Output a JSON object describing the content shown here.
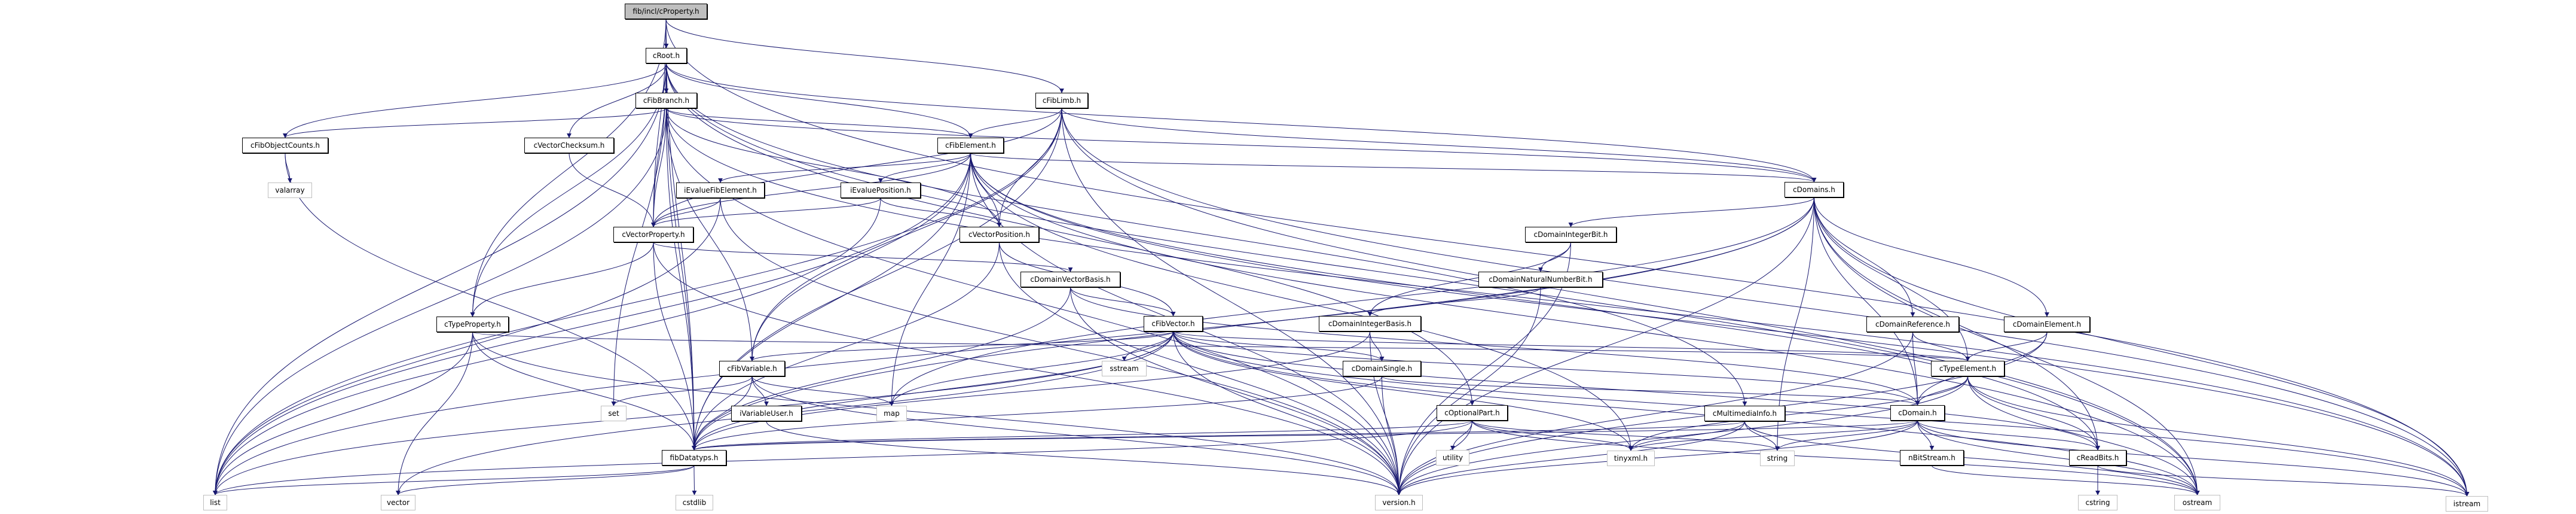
{
  "graph": {
    "title": "fib/incl/cProperty.h",
    "edge_color": "#191970",
    "root_fill": "#bfbfbf",
    "nodes": [
      {
        "id": "cProperty",
        "label": "fib/incl/cProperty.h",
        "kind": "root"
      },
      {
        "id": "cRoot",
        "label": "cRoot.h",
        "kind": "file"
      },
      {
        "id": "cFibBranch",
        "label": "cFibBranch.h",
        "kind": "file"
      },
      {
        "id": "cFibLimb",
        "label": "cFibLimb.h",
        "kind": "file"
      },
      {
        "id": "cFibObjectCounts",
        "label": "cFibObjectCounts.h",
        "kind": "file"
      },
      {
        "id": "cVectorChecksum",
        "label": "cVectorChecksum.h",
        "kind": "file"
      },
      {
        "id": "cFibElement",
        "label": "cFibElement.h",
        "kind": "file"
      },
      {
        "id": "valarray",
        "label": "valarray",
        "kind": "system"
      },
      {
        "id": "iEvalueFibElement",
        "label": "iEvalueFibElement.h",
        "kind": "file"
      },
      {
        "id": "iEvaluePosition",
        "label": "iEvaluePosition.h",
        "kind": "file"
      },
      {
        "id": "cDomains",
        "label": "cDomains.h",
        "kind": "file"
      },
      {
        "id": "cVectorProperty",
        "label": "cVectorProperty.h",
        "kind": "file"
      },
      {
        "id": "cVectorPosition",
        "label": "cVectorPosition.h",
        "kind": "file"
      },
      {
        "id": "cDomainIntegerBit",
        "label": "cDomainIntegerBit.h",
        "kind": "file"
      },
      {
        "id": "cDomainVectorBasis",
        "label": "cDomainVectorBasis.h",
        "kind": "file"
      },
      {
        "id": "cDomainNaturalNumberBit",
        "label": "cDomainNaturalNumberBit.h",
        "kind": "file"
      },
      {
        "id": "cTypeProperty",
        "label": "cTypeProperty.h",
        "kind": "file"
      },
      {
        "id": "cFibVector",
        "label": "cFibVector.h",
        "kind": "file"
      },
      {
        "id": "cDomainIntegerBasis",
        "label": "cDomainIntegerBasis.h",
        "kind": "file"
      },
      {
        "id": "cDomainReference",
        "label": "cDomainReference.h",
        "kind": "file"
      },
      {
        "id": "cDomainElement",
        "label": "cDomainElement.h",
        "kind": "file"
      },
      {
        "id": "cFibVariable",
        "label": "cFibVariable.h",
        "kind": "file"
      },
      {
        "id": "sstream",
        "label": "sstream",
        "kind": "system"
      },
      {
        "id": "cDomainSingle",
        "label": "cDomainSingle.h",
        "kind": "file"
      },
      {
        "id": "cTypeElement",
        "label": "cTypeElement.h",
        "kind": "file"
      },
      {
        "id": "set",
        "label": "set",
        "kind": "system"
      },
      {
        "id": "iVariableUser",
        "label": "iVariableUser.h",
        "kind": "file"
      },
      {
        "id": "map",
        "label": "map",
        "kind": "system"
      },
      {
        "id": "cOptionalPart",
        "label": "cOptionalPart.h",
        "kind": "file"
      },
      {
        "id": "cMultimediaInfo",
        "label": "cMultimediaInfo.h",
        "kind": "file"
      },
      {
        "id": "cDomain",
        "label": "cDomain.h",
        "kind": "file"
      },
      {
        "id": "fibDatatyps",
        "label": "fibDatatyps.h",
        "kind": "file"
      },
      {
        "id": "utility",
        "label": "utility",
        "kind": "system"
      },
      {
        "id": "tinyxml",
        "label": "tinyxml.h",
        "kind": "system"
      },
      {
        "id": "string",
        "label": "string",
        "kind": "system"
      },
      {
        "id": "nBitStream",
        "label": "nBitStream.h",
        "kind": "file"
      },
      {
        "id": "cReadBits",
        "label": "cReadBits.h",
        "kind": "file"
      },
      {
        "id": "list",
        "label": "list",
        "kind": "system"
      },
      {
        "id": "vector",
        "label": "vector",
        "kind": "system"
      },
      {
        "id": "cstdlib",
        "label": "cstdlib",
        "kind": "system"
      },
      {
        "id": "version",
        "label": "version.h",
        "kind": "system"
      },
      {
        "id": "cstring",
        "label": "cstring",
        "kind": "system"
      },
      {
        "id": "ostream",
        "label": "ostream",
        "kind": "system"
      },
      {
        "id": "istream",
        "label": "istream",
        "kind": "system"
      }
    ],
    "edges": [
      [
        "cProperty",
        "cRoot"
      ],
      [
        "cProperty",
        "cFibLimb"
      ],
      [
        "cProperty",
        "cVectorProperty"
      ],
      [
        "cProperty",
        "fibDatatyps"
      ],
      [
        "cProperty",
        "istream"
      ],
      [
        "cProperty",
        "cTypeProperty"
      ],
      [
        "cRoot",
        "cFibBranch"
      ],
      [
        "cRoot",
        "cFibElement"
      ],
      [
        "cRoot",
        "cFibObjectCounts"
      ],
      [
        "cRoot",
        "cVectorChecksum"
      ],
      [
        "cRoot",
        "cDomains"
      ],
      [
        "cRoot",
        "cTypeProperty"
      ],
      [
        "cRoot",
        "cVectorProperty"
      ],
      [
        "cRoot",
        "cOptionalPart"
      ],
      [
        "cRoot",
        "cMultimediaInfo"
      ],
      [
        "cRoot",
        "list"
      ],
      [
        "cRoot",
        "set"
      ],
      [
        "cRoot",
        "fibDatatyps"
      ],
      [
        "cRoot",
        "ostream"
      ],
      [
        "cFibBranch",
        "cFibElement"
      ],
      [
        "cFibBranch",
        "cFibObjectCounts"
      ],
      [
        "cFibBranch",
        "cVectorProperty"
      ],
      [
        "cFibBranch",
        "cFibVariable"
      ],
      [
        "cFibBranch",
        "cVectorPosition"
      ],
      [
        "cFibBranch",
        "cDomains"
      ],
      [
        "cFibBranch",
        "list"
      ],
      [
        "cFibBranch",
        "fibDatatyps"
      ],
      [
        "cFibBranch",
        "version"
      ],
      [
        "cFibBranch",
        "istream"
      ],
      [
        "cFibLimb",
        "cFibElement"
      ],
      [
        "cFibLimb",
        "cDomains"
      ],
      [
        "cFibLimb",
        "cVectorPosition"
      ],
      [
        "cFibLimb",
        "cVectorProperty"
      ],
      [
        "cFibLimb",
        "cFibVariable"
      ],
      [
        "cFibLimb",
        "fibDatatyps"
      ],
      [
        "cFibLimb",
        "list"
      ],
      [
        "cFibLimb",
        "version"
      ],
      [
        "cFibLimb",
        "ostream"
      ],
      [
        "cFibLimb",
        "istream"
      ],
      [
        "cFibObjectCounts",
        "valarray"
      ],
      [
        "cFibObjectCounts",
        "fibDatatyps"
      ],
      [
        "cVectorChecksum",
        "cVectorProperty"
      ],
      [
        "cFibElement",
        "iEvalueFibElement"
      ],
      [
        "cFibElement",
        "iEvaluePosition"
      ],
      [
        "cFibElement",
        "cVectorPosition"
      ],
      [
        "cFibElement",
        "cVectorProperty"
      ],
      [
        "cFibElement",
        "cDomains"
      ],
      [
        "cFibElement",
        "cFibVariable"
      ],
      [
        "cFibElement",
        "map"
      ],
      [
        "cFibElement",
        "list"
      ],
      [
        "cFibElement",
        "fibDatatyps"
      ],
      [
        "cFibElement",
        "tinyxml"
      ],
      [
        "cFibElement",
        "version"
      ],
      [
        "cFibElement",
        "cReadBits"
      ],
      [
        "cFibElement",
        "ostream"
      ],
      [
        "cFibElement",
        "istream"
      ],
      [
        "iEvalueFibElement",
        "cVectorProperty"
      ],
      [
        "iEvalueFibElement",
        "list"
      ],
      [
        "iEvalueFibElement",
        "version"
      ],
      [
        "iEvaluePosition",
        "cVectorProperty"
      ],
      [
        "iEvaluePosition",
        "cVectorPosition"
      ],
      [
        "iEvaluePosition",
        "list"
      ],
      [
        "cVectorProperty",
        "cTypeProperty"
      ],
      [
        "cVectorProperty",
        "cDomainVectorBasis"
      ],
      [
        "cVectorProperty",
        "fibDatatyps"
      ],
      [
        "cVectorProperty",
        "version"
      ],
      [
        "cVectorPosition",
        "cFibVector"
      ],
      [
        "cVectorPosition",
        "fibDatatyps"
      ],
      [
        "cVectorPosition",
        "version"
      ],
      [
        "cDomains",
        "cDomainIntegerBit"
      ],
      [
        "cDomains",
        "cDomainReference"
      ],
      [
        "cDomains",
        "cDomainElement"
      ],
      [
        "cDomains",
        "cTypeElement"
      ],
      [
        "cDomains",
        "cDomain"
      ],
      [
        "cDomains",
        "cReadBits"
      ],
      [
        "cDomains",
        "string"
      ],
      [
        "cDomains",
        "version"
      ],
      [
        "cDomains",
        "map"
      ],
      [
        "cDomains",
        "list"
      ],
      [
        "cDomains",
        "fibDatatyps"
      ],
      [
        "cDomains",
        "ostream"
      ],
      [
        "cDomains",
        "istream"
      ],
      [
        "cDomainIntegerBit",
        "cDomainNaturalNumberBit"
      ],
      [
        "cDomainIntegerBit",
        "cDomainIntegerBasis"
      ],
      [
        "cDomainIntegerBit",
        "version"
      ],
      [
        "cDomainNaturalNumberBit",
        "cDomainIntegerBasis"
      ],
      [
        "cDomainNaturalNumberBit",
        "version"
      ],
      [
        "cDomainIntegerBasis",
        "cDomainSingle"
      ],
      [
        "cDomainIntegerBasis",
        "fibDatatyps"
      ],
      [
        "cDomainIntegerBasis",
        "version"
      ],
      [
        "cDomainVectorBasis",
        "cFibVector"
      ],
      [
        "cDomainVectorBasis",
        "cDomain"
      ],
      [
        "cDomainVectorBasis",
        "fibDatatyps"
      ],
      [
        "cDomainVectorBasis",
        "version"
      ],
      [
        "cTypeProperty",
        "cTypeElement"
      ],
      [
        "cTypeProperty",
        "list"
      ],
      [
        "cTypeProperty",
        "vector"
      ],
      [
        "cTypeProperty",
        "fibDatatyps"
      ],
      [
        "cTypeProperty",
        "version"
      ],
      [
        "cFibVector",
        "cFibVariable"
      ],
      [
        "cFibVector",
        "sstream"
      ],
      [
        "cFibVector",
        "cDomainSingle"
      ],
      [
        "cFibVector",
        "cTypeElement"
      ],
      [
        "cFibVector",
        "cDomain"
      ],
      [
        "cFibVector",
        "cReadBits"
      ],
      [
        "cFibVector",
        "map"
      ],
      [
        "cFibVector",
        "list"
      ],
      [
        "cFibVector",
        "vector"
      ],
      [
        "cFibVector",
        "fibDatatyps"
      ],
      [
        "cFibVector",
        "version"
      ],
      [
        "cFibVector",
        "tinyxml"
      ],
      [
        "cFibVector",
        "ostream"
      ],
      [
        "cFibVector",
        "istream"
      ],
      [
        "cDomainReference",
        "cTypeElement"
      ],
      [
        "cDomainReference",
        "cDomain"
      ],
      [
        "cDomainReference",
        "version"
      ],
      [
        "cDomainElement",
        "cTypeElement"
      ],
      [
        "cDomainElement",
        "cDomain"
      ],
      [
        "cDomainElement",
        "version"
      ],
      [
        "cFibVariable",
        "set"
      ],
      [
        "cFibVariable",
        "iVariableUser"
      ],
      [
        "cFibVariable",
        "map"
      ],
      [
        "cFibVariable",
        "fibDatatyps"
      ],
      [
        "cFibVariable",
        "version"
      ],
      [
        "cDomainSingle",
        "cDomain"
      ],
      [
        "cDomainSingle",
        "fibDatatyps"
      ],
      [
        "cDomainSingle",
        "version"
      ],
      [
        "cTypeElement",
        "cDomain"
      ],
      [
        "cTypeElement",
        "cReadBits"
      ],
      [
        "cTypeElement",
        "tinyxml"
      ],
      [
        "cTypeElement",
        "version"
      ],
      [
        "cTypeElement",
        "ostream"
      ],
      [
        "cTypeElement",
        "istream"
      ],
      [
        "iVariableUser",
        "version"
      ],
      [
        "cOptionalPart",
        "fibDatatyps"
      ],
      [
        "cOptionalPart",
        "utility"
      ],
      [
        "cOptionalPart",
        "tinyxml"
      ],
      [
        "cOptionalPart",
        "string"
      ],
      [
        "cOptionalPart",
        "version"
      ],
      [
        "cOptionalPart",
        "list"
      ],
      [
        "cOptionalPart",
        "ostream"
      ],
      [
        "cMultimediaInfo",
        "fibDatatyps"
      ],
      [
        "cMultimediaInfo",
        "tinyxml"
      ],
      [
        "cMultimediaInfo",
        "string"
      ],
      [
        "cMultimediaInfo",
        "version"
      ],
      [
        "cMultimediaInfo",
        "ostream"
      ],
      [
        "cDomain",
        "nBitStream"
      ],
      [
        "cDomain",
        "cReadBits"
      ],
      [
        "cDomain",
        "string"
      ],
      [
        "cDomain",
        "tinyxml"
      ],
      [
        "cDomain",
        "fibDatatyps"
      ],
      [
        "cDomain",
        "version"
      ],
      [
        "cDomain",
        "ostream"
      ],
      [
        "cDomain",
        "istream"
      ],
      [
        "fibDatatyps",
        "cstdlib"
      ],
      [
        "fibDatatyps",
        "list"
      ],
      [
        "fibDatatyps",
        "vector"
      ],
      [
        "nBitStream",
        "ostream"
      ],
      [
        "cReadBits",
        "cstring"
      ],
      [
        "cReadBits",
        "istream"
      ]
    ]
  }
}
